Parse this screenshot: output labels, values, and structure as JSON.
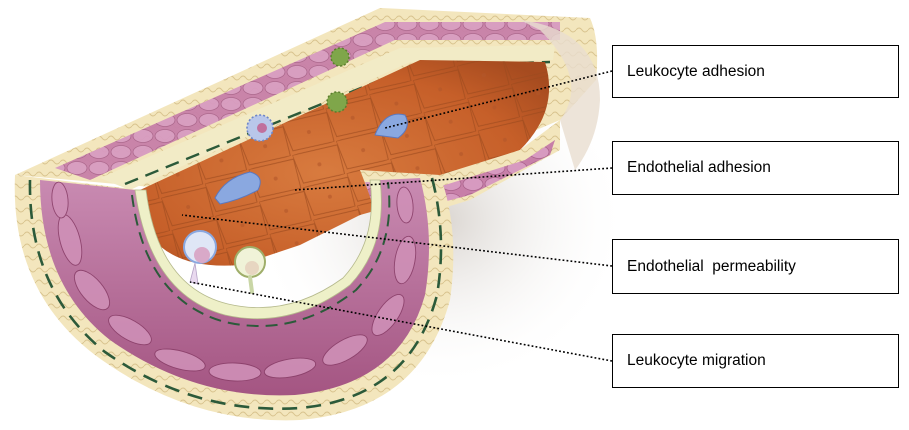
{
  "labels": [
    {
      "text": "Leukocyte adhesion"
    },
    {
      "text": "Endothelial adhesion"
    },
    {
      "text": "Endothelial  permeability"
    },
    {
      "text": "Leukocyte migration"
    }
  ],
  "colors": {
    "lumen": "#c9652e",
    "adventitia": "#f3e7bf",
    "media": "#b35f8b",
    "intima_layer": "#eef0c8",
    "elastic_lamina": "#2c5a3a",
    "leader_line": "#000000",
    "leukocyte_blue": "#8aa8e0",
    "leukocyte_green": "#7fa64a"
  },
  "icons": [
    "leukocyte-icon",
    "platelet-icon",
    "blood-vessel-illustration"
  ]
}
